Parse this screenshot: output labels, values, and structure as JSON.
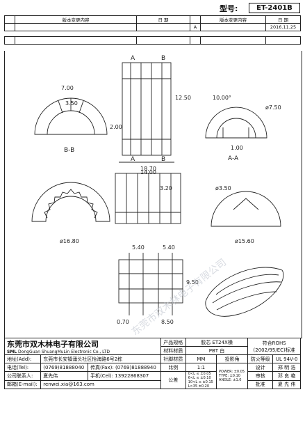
{
  "header": {
    "model_label": "型号:",
    "model_value": "ET-2401B"
  },
  "revisions": {
    "col_content": "版本变更内容",
    "col_date": "日 期",
    "rows": [
      {
        "content": "",
        "date": "",
        "ver": "A"
      },
      {
        "content": "",
        "date": "",
        "ver": ""
      }
    ],
    "date_value": "2016.11.25",
    "col_content2": "版本变更内容",
    "col_date2": "日 期"
  },
  "drawing": {
    "view_labels": [
      "B-B",
      "A-A",
      "A",
      "A",
      "B",
      "B"
    ],
    "dims": {
      "d700": "7.00",
      "d350": "3.50",
      "d1250": "12.50",
      "d200": "2.00",
      "d1870": "18.70",
      "d1000": "10.00°",
      "d750": "ø7.50",
      "d100": "1.00",
      "d1400": "14.00",
      "d320": "3.20",
      "d350b": "ø3.50",
      "d1680": "ø16.80",
      "d1560": "ø15.60",
      "d540a": "5.40",
      "d540b": "5.40",
      "d950": "9.50",
      "d070": "0.70",
      "d850": "8.50"
    },
    "watermark": "东莞市双木林电子有限公司"
  },
  "footer": {
    "company_cn": "东莞市双木林电子有限公司",
    "logo_text": "SML",
    "company_en": "DongGuan ShuangMuLin Electronic Co., LTD",
    "product_label": "产品规格",
    "product_value": "胶芯 ET24X横",
    "rohs1": "符合ROHS",
    "rohs2": "(2002/95/EC)标准",
    "material_label": "材料材质",
    "material_value": "PBT 白",
    "pin_label": "针脚材质",
    "pin_value": "",
    "addr_label": "地址(Add):",
    "addr_value": "东莞市长安镇涌头社区怡海路6号2栋",
    "unit_label": "针脚材质",
    "unit_value": "MM",
    "draft_label": "投影角",
    "fire_label": "防火等级",
    "fire_value": "UL 94V-0",
    "tel_label": "电话(Tel):",
    "tel_value": "(0769)81888040",
    "fax_label": "传真(Fax):",
    "fax_value": "(0769)81888940",
    "scale_label": "比例",
    "scale_value": "1:1",
    "design_label": "设计",
    "design_value": "郑 明 浩",
    "contact_label": "公司联系人:",
    "contact_value": "夏先伟",
    "mobile_label": "手机(Cel):",
    "mobile_value": "13922868307",
    "review_label": "审核",
    "review_value": "邓 良 艳",
    "email_label": "邮箱(E-mail):",
    "email_value": "renwei.xia@163.com",
    "approve_label": "批准",
    "approve_value": "夏 先 伟",
    "tol": [
      "0<L ≤ ±0.05",
      "6<L ≤ ±0.10",
      "10<L ≤ ±0.15",
      "L>35 ±0.20"
    ],
    "tol2": [
      "POWER: ±0.05",
      "TYPE: ±0.10",
      "ANGLE: ±1.0"
    ],
    "tol_hdr": "公差"
  }
}
